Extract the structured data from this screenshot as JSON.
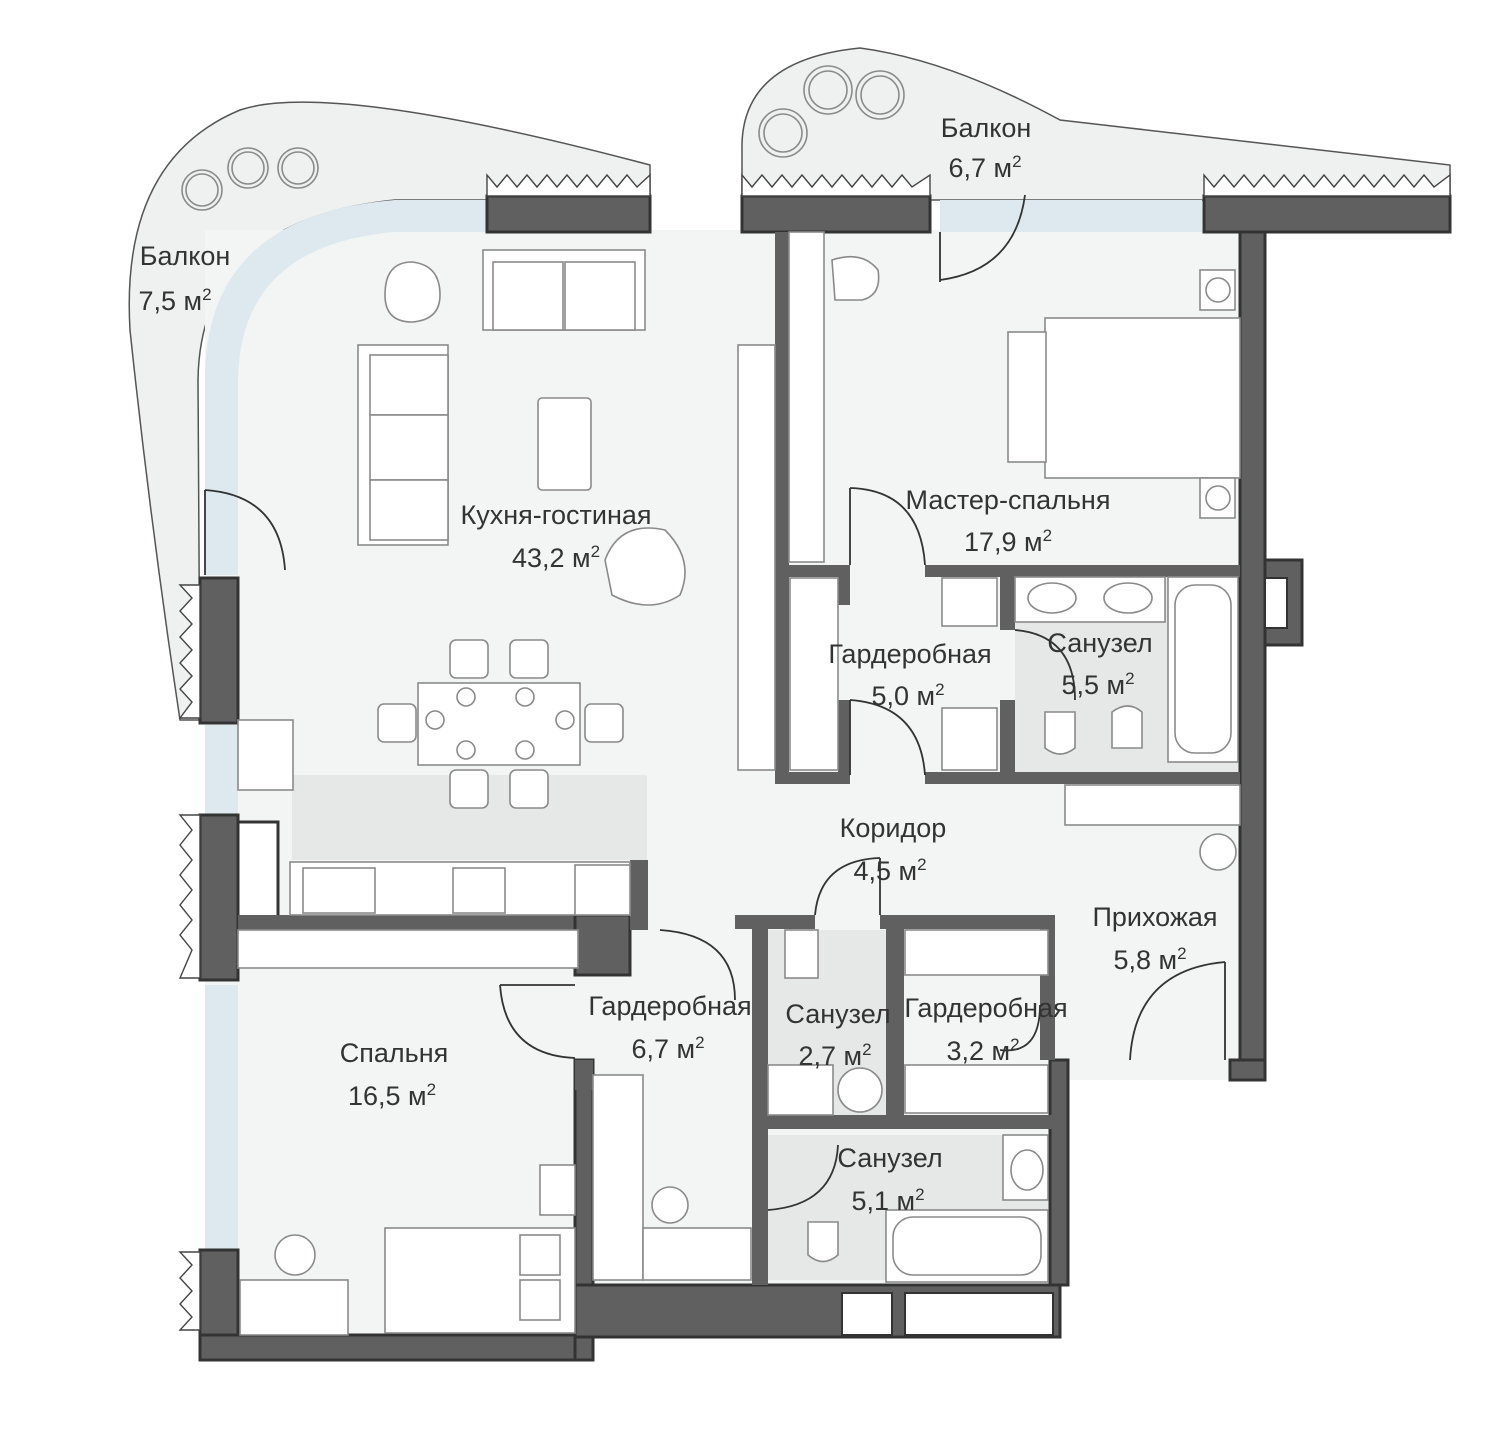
{
  "plan": {
    "rooms": [
      {
        "id": "balcony-left",
        "name": "Балкон",
        "area": "7,5 м",
        "unit_sup": "2"
      },
      {
        "id": "balcony-top",
        "name": "Балкон",
        "area": "6,7 м",
        "unit_sup": "2"
      },
      {
        "id": "kitchen-living",
        "name": "Кухня-гостиная",
        "area": "43,2 м",
        "unit_sup": "2"
      },
      {
        "id": "master-bedroom",
        "name": "Мастер-спальня",
        "area": "17,9 м",
        "unit_sup": "2"
      },
      {
        "id": "wardrobe-master",
        "name": "Гардеробная",
        "area": "5,0 м",
        "unit_sup": "2"
      },
      {
        "id": "bathroom-master",
        "name": "Санузел",
        "area": "5,5 м",
        "unit_sup": "2"
      },
      {
        "id": "corridor",
        "name": "Коридор",
        "area": "4,5 м",
        "unit_sup": "2"
      },
      {
        "id": "hallway",
        "name": "Прихожая",
        "area": "5,8 м",
        "unit_sup": "2"
      },
      {
        "id": "bedroom",
        "name": "Спальня",
        "area": "16,5 м",
        "unit_sup": "2"
      },
      {
        "id": "wardrobe-bedroom",
        "name": "Гардеробная",
        "area": "6,7 м",
        "unit_sup": "2"
      },
      {
        "id": "bathroom-small",
        "name": "Санузел",
        "area": "2,7 м",
        "unit_sup": "2"
      },
      {
        "id": "wardrobe-hall",
        "name": "Гардеробная",
        "area": "3,2 м",
        "unit_sup": "2"
      },
      {
        "id": "bathroom-guest",
        "name": "Санузел",
        "area": "5,1 м",
        "unit_sup": "2"
      }
    ]
  },
  "colors": {
    "wall": "#606060",
    "floor": "#f3f4f4",
    "tile": "#e6e7e7",
    "glass": "#dde9ee",
    "text": "#333333"
  }
}
